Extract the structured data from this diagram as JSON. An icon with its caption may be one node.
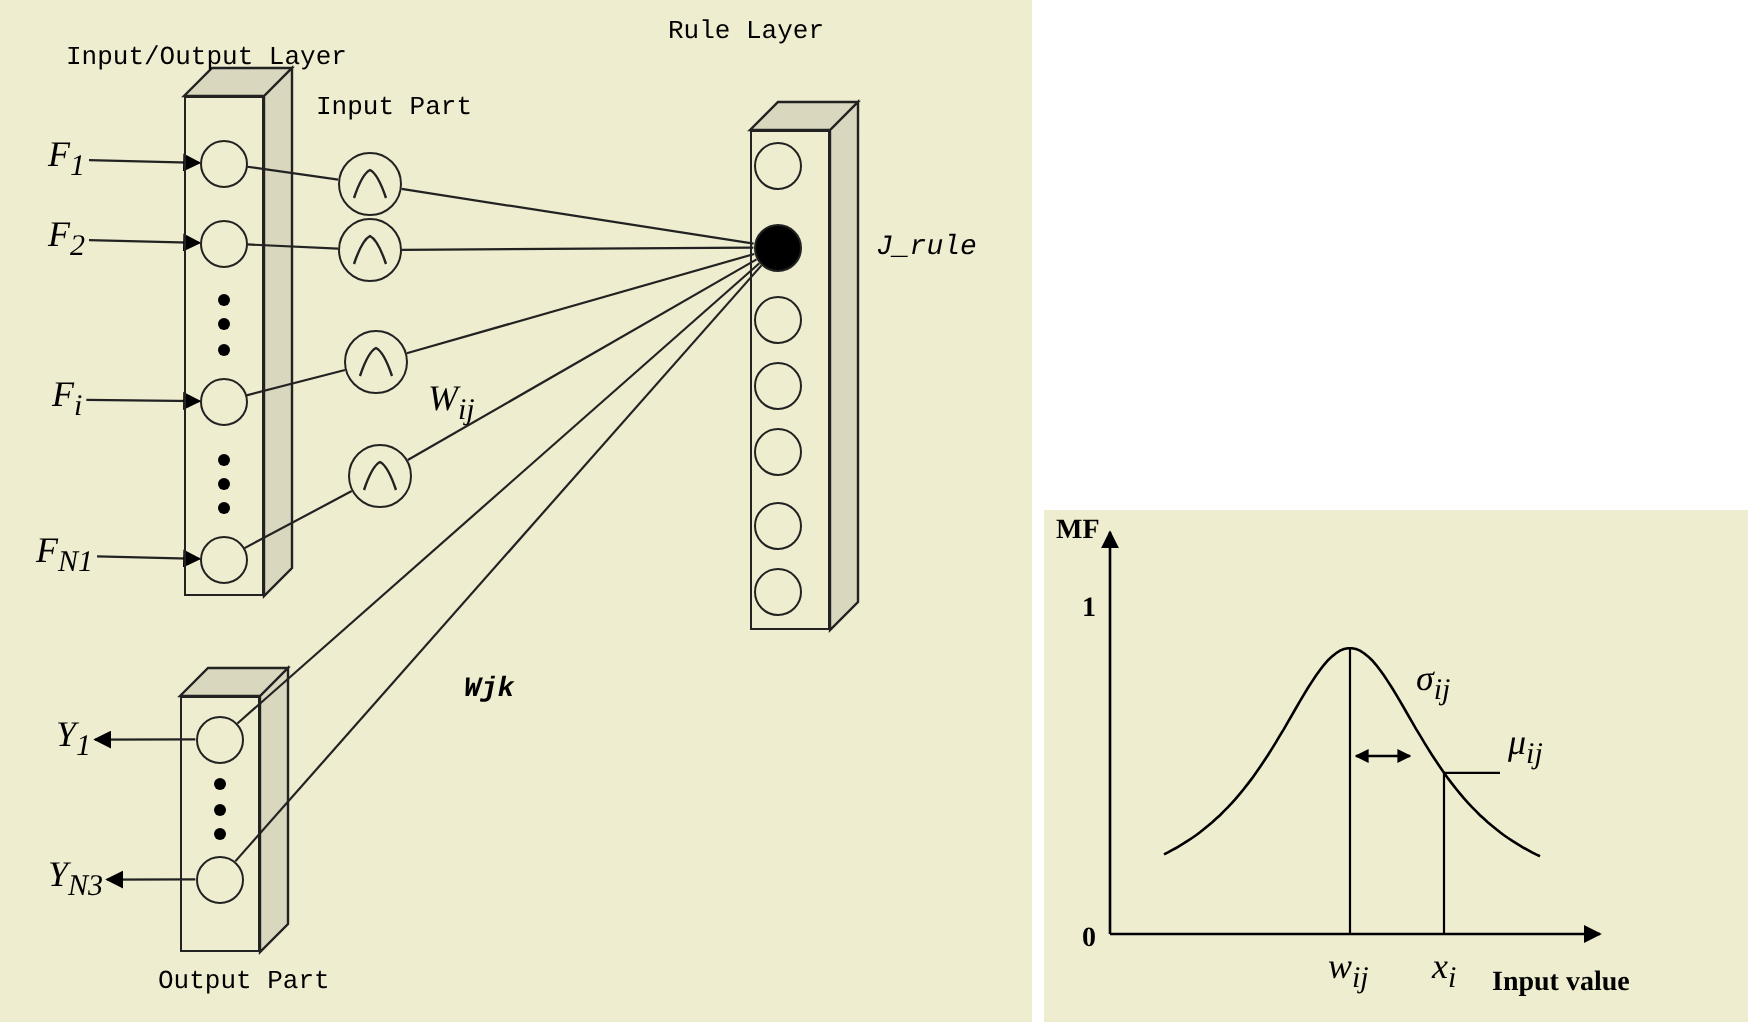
{
  "diagram": {
    "nodes": [
      {
        "text": [
          "Input/Output Layer"
        ]
      },
      {
        "text": [],
        "shape": "circle",
        "in": 0
      },
      {
        "text": [],
        "shape": "circle",
        "in": 0
      },
      {
        "text": [],
        "shape": "circle",
        "in": 0
      },
      {
        "text": [],
        "shape": "circle",
        "in": 0
      },
      {
        "text": [
          "F$_{1}$"
        ]
      },
      {
        "text": [
          "F$_{2}$"
        ]
      },
      {
        "text": [
          "F$_{i}$"
        ]
      },
      {
        "text": [
          "F$_{N1}$"
        ]
      },
      {
        "text": [],
        "shape": "circle"
      },
      {
        "text": [],
        "shape": "circle"
      },
      {
        "text": [],
        "shape": "circle"
      },
      {
        "text": [],
        "shape": "circle"
      },
      {
        "text": [
          "Rule Layer"
        ]
      },
      {
        "text": [],
        "shape": "circle",
        "in": 13
      },
      {
        "text": [],
        "shape": "circle",
        "in": 13
      },
      {
        "text": [],
        "shape": "circle",
        "in": 13
      },
      {
        "text": [],
        "shape": "circle",
        "in": 13
      },
      {
        "text": [],
        "shape": "circle",
        "in": 13
      },
      {
        "text": [],
        "shape": "circle",
        "in": 13
      },
      {
        "text": [],
        "shape": "circle",
        "in": 13
      },
      {
        "text": [
          "Output Part"
        ]
      },
      {
        "text": [],
        "shape": "circle",
        "in": 21
      },
      {
        "text": [],
        "shape": "circle",
        "in": 21
      },
      {
        "text": [
          "Y$_{1}$"
        ]
      },
      {
        "text": [
          "Y$_{N3}$"
        ]
      }
    ],
    "edges": [
      {
        "from": 5,
        "to": 1,
        "arrow": "to"
      },
      {
        "from": 6,
        "to": 2,
        "arrow": "to"
      },
      {
        "from": 7,
        "to": 3,
        "arrow": "to"
      },
      {
        "from": 8,
        "to": 4,
        "arrow": "to"
      },
      {
        "from": 1,
        "to": 9,
        "arrow": "none"
      },
      {
        "from": 2,
        "to": 10,
        "arrow": "none"
      },
      {
        "from": 3,
        "to": 11,
        "arrow": "none"
      },
      {
        "from": 4,
        "to": 12,
        "arrow": "none"
      },
      {
        "from": 9,
        "to": 15,
        "arrow": "none"
      },
      {
        "from": 10,
        "to": 15,
        "arrow": "none"
      },
      {
        "from": 11,
        "to": 15,
        "arrow": "none"
      },
      {
        "from": 12,
        "to": 15,
        "arrow": "none"
      },
      {
        "from": 15,
        "to": 22,
        "arrow": "none"
      },
      {
        "from": 15,
        "to": 23,
        "arrow": "none"
      },
      {
        "from": 22,
        "to": 24,
        "arrow": "to"
      },
      {
        "from": 23,
        "to": 25,
        "arrow": "to"
      }
    ],
    "labels": [
      "Input Part",
      "W$_{ij}$",
      "J_rule",
      "Wjk",
      "MF",
      "1",
      "0",
      "σ$_{ij}$",
      "μ$_{ij}$",
      "w$_{ij}$",
      "x$_{i}$",
      "Input value"
    ]
  }
}
